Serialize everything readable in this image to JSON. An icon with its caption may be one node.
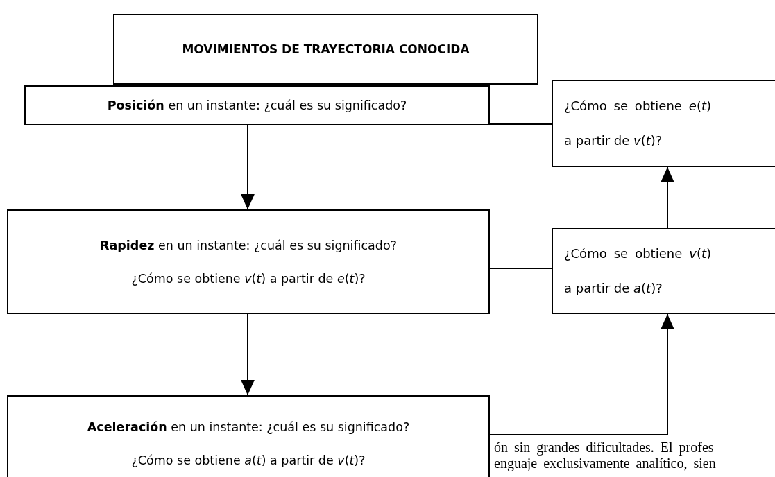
{
  "diagram": {
    "title": "MOVIMIENTOS DE TRAYECTORIA CONOCIDA",
    "nodes": [
      {
        "text": [
          "**Posición** en un instante: ¿cuál es su significado?"
        ]
      },
      {
        "text": [
          "¿Cómo se obtiene *e*(*t*) a partir de *v*(*t*)?"
        ]
      },
      {
        "text": [
          "**Rapidez** en un instante: ¿cuál es su significado?",
          "¿Cómo se obtiene *v*(*t*) a partir de *e*(*t*)?"
        ]
      },
      {
        "text": [
          "¿Cómo se obtiene *v*(*t*) a partir de *a*(*t*)?"
        ]
      },
      {
        "text": [
          "**Aceleración** en un instante: ¿cuál es su significado?",
          "¿Cómo se obtiene *a*(*t*) a partir de *v*(*t*)?"
        ]
      }
    ],
    "edges": [
      {
        "from": 0,
        "to": 2,
        "arrow": "to"
      },
      {
        "from": 2,
        "to": 4,
        "arrow": "to"
      },
      {
        "from": 0,
        "to": 1,
        "arrow": "none"
      },
      {
        "from": 2,
        "to": 3,
        "arrow": "none"
      },
      {
        "from": 4,
        "to": 3,
        "arrow": "to"
      },
      {
        "from": 3,
        "to": 1,
        "arrow": "to"
      }
    ],
    "labels": [
      "ón sin grandes dificultades. El profes",
      "enguaje exclusivamente analítico, sien"
    ]
  }
}
